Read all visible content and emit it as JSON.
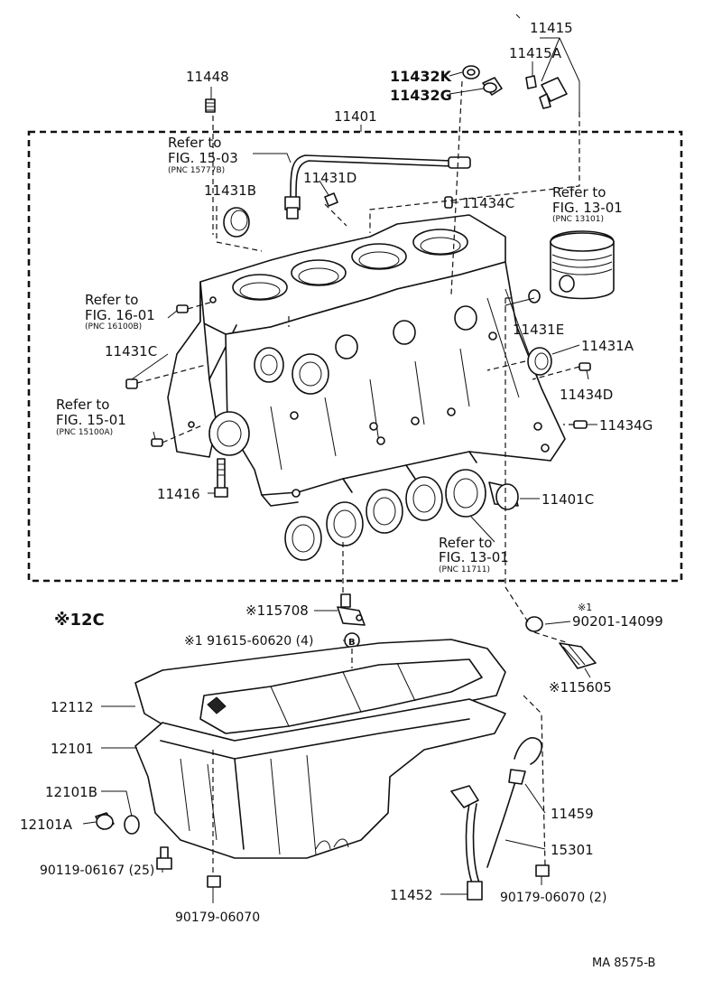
{
  "parts": {
    "p11415": "11415",
    "p11415A": "11415A",
    "p11432K": "11432K",
    "p11432G": "11432G",
    "p11448": "11448",
    "p11401": "11401",
    "p11431D": "11431D",
    "p11431B": "11431B",
    "p11434C": "11434C",
    "p11431E": "11431E",
    "p11431A": "11431A",
    "p11431C": "11431C",
    "p11434D": "11434D",
    "p11434G": "11434G",
    "p11416": "11416",
    "p11401C": "11401C",
    "p115708": "※115708",
    "p90201": "90201-14099",
    "p90201_star": "※1",
    "p91615": "※1  91615-60620 (4)",
    "p115605": "※115605",
    "p12112": "12112",
    "p12101": "12101",
    "p12101B": "12101B",
    "p12101A": "12101A",
    "p90119": "90119-06167 (25)",
    "p90179a": "90179-06070",
    "p11459": "11459",
    "p15301": "15301",
    "p11452": "11452",
    "p90179b": "90179-06070 (2)"
  },
  "refs": {
    "r1503": {
      "line1": "Refer to",
      "line2": "FIG. 15-03",
      "pnc": "(PNC 15777B)"
    },
    "r1301a": {
      "line1": "Refer to",
      "line2": "FIG. 13-01",
      "pnc": "(PNC 13101)"
    },
    "r1601": {
      "line1": "Refer to",
      "line2": "FIG. 16-01",
      "pnc": "(PNC 16100B)"
    },
    "r1501": {
      "line1": "Refer to",
      "line2": "FIG. 15-01",
      "pnc": "(PNC 15100A)"
    },
    "r1301b": {
      "line1": "Refer to",
      "line2": "FIG. 13-01",
      "pnc": "(PNC 11711)"
    }
  },
  "note_12c": "※12C",
  "ring_mark": "B",
  "drawing_code": "MA  8575-B"
}
